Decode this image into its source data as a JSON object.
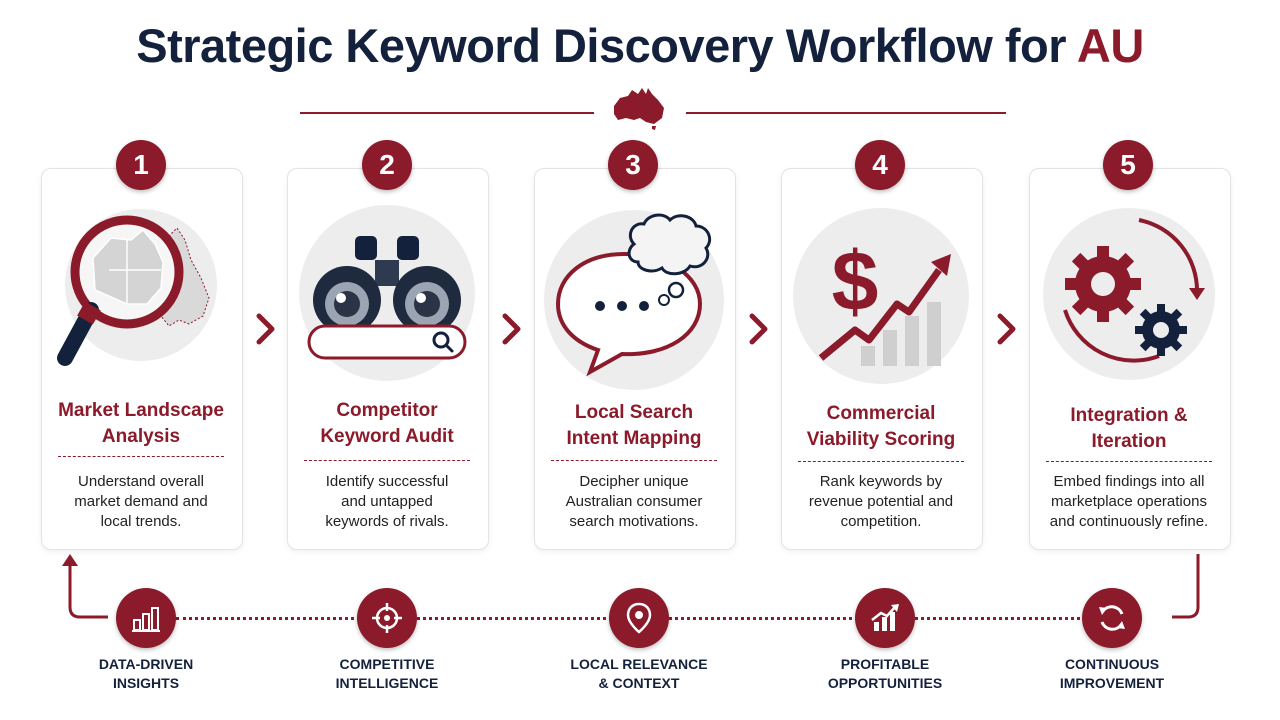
{
  "header": {
    "title_main": "Strategic Keyword Discovery Workflow for ",
    "title_accent": "AU"
  },
  "colors": {
    "accent": "#8b1a2b",
    "navy": "#14213d",
    "gray": "#cfcfcf"
  },
  "steps": [
    {
      "number": "1",
      "title": "Market Landscape\nAnalysis",
      "description": "Understand overall\nmarket demand and\nlocal trends.",
      "icon": "magnifier-australia-map-icon"
    },
    {
      "number": "2",
      "title": "Competitor\nKeyword Audit",
      "description": "Identify successful\nand untapped\nkeywords of rivals.",
      "icon": "binoculars-search-bar-icon"
    },
    {
      "number": "3",
      "title": "Local Search\nIntent Mapping",
      "description": "Decipher unique\nAustralian consumer\nsearch motivations.",
      "icon": "speech-thought-bubble-icon"
    },
    {
      "number": "4",
      "title": "Commercial\nViability Scoring",
      "description": "Rank keywords by\nrevenue potential and\ncompetition.",
      "icon": "dollar-growth-chart-icon"
    },
    {
      "number": "5",
      "title": "Integration &\nIteration",
      "description": "Embed findings into all\nmarketplace operations\nand continuously refine.",
      "icon": "gears-cycle-icon"
    }
  ],
  "outcomes": [
    {
      "label": "DATA-DRIVEN\nINSIGHTS",
      "icon": "bar-chart-icon"
    },
    {
      "label": "COMPETITIVE\nINTELLIGENCE",
      "icon": "crosshair-target-icon"
    },
    {
      "label": "LOCAL RELEVANCE\n& CONTEXT",
      "icon": "map-pin-icon"
    },
    {
      "label": "PROFITABLE\nOPPORTUNITIES",
      "icon": "growth-chart-icon"
    },
    {
      "label": "CONTINUOUS\nIMPROVEMENT",
      "icon": "refresh-cycle-icon"
    }
  ]
}
